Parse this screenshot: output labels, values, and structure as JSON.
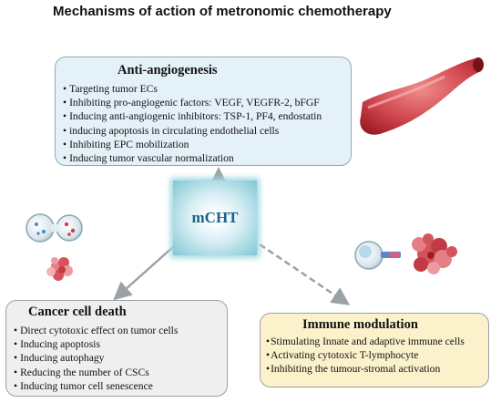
{
  "title": "Mechanisms of action of metronomic chemotherapy",
  "center": {
    "label": "mCHT"
  },
  "anti_angiogenesis": {
    "heading": "Anti-angiogenesis",
    "items": [
      "Targeting tumor ECs",
      "Inhibiting pro-angiogenic factors: VEGF, VEGFR-2, bFGF",
      "Inducing anti-angiogenic inhibitors: TSP-1, PF4, endostatin",
      "inducing apoptosis in circulating endothelial cells",
      "Inhibiting EPC mobilization",
      "Inducing tumor vascular normalization"
    ]
  },
  "cancer_cell_death": {
    "heading": "Cancer cell death",
    "items": [
      "Direct cytotoxic effect on tumor cells",
      "Inducing apoptosis",
      "Inducing autophagy",
      "Reducing the number of CSCs",
      "Inducing tumor cell senescence"
    ]
  },
  "immune_modulation": {
    "heading": "Immune modulation",
    "items": [
      "Stimulating Innate and adaptive immune cells",
      "Activating cytotoxic T-lymphocyte",
      "Inhibiting the tumour-stromal activation"
    ]
  },
  "colors": {
    "anti_box": "#e5f1f8",
    "death_box": "#efefef",
    "immune_box": "#fbf2cc",
    "center_text": "#17638a",
    "arrow": "#9aa2a6"
  },
  "icons": [
    "blood-vessel-icon",
    "dividing-cell-icon",
    "tumor-cluster-icon",
    "t-cell-icon",
    "tumor-cell-icon"
  ]
}
